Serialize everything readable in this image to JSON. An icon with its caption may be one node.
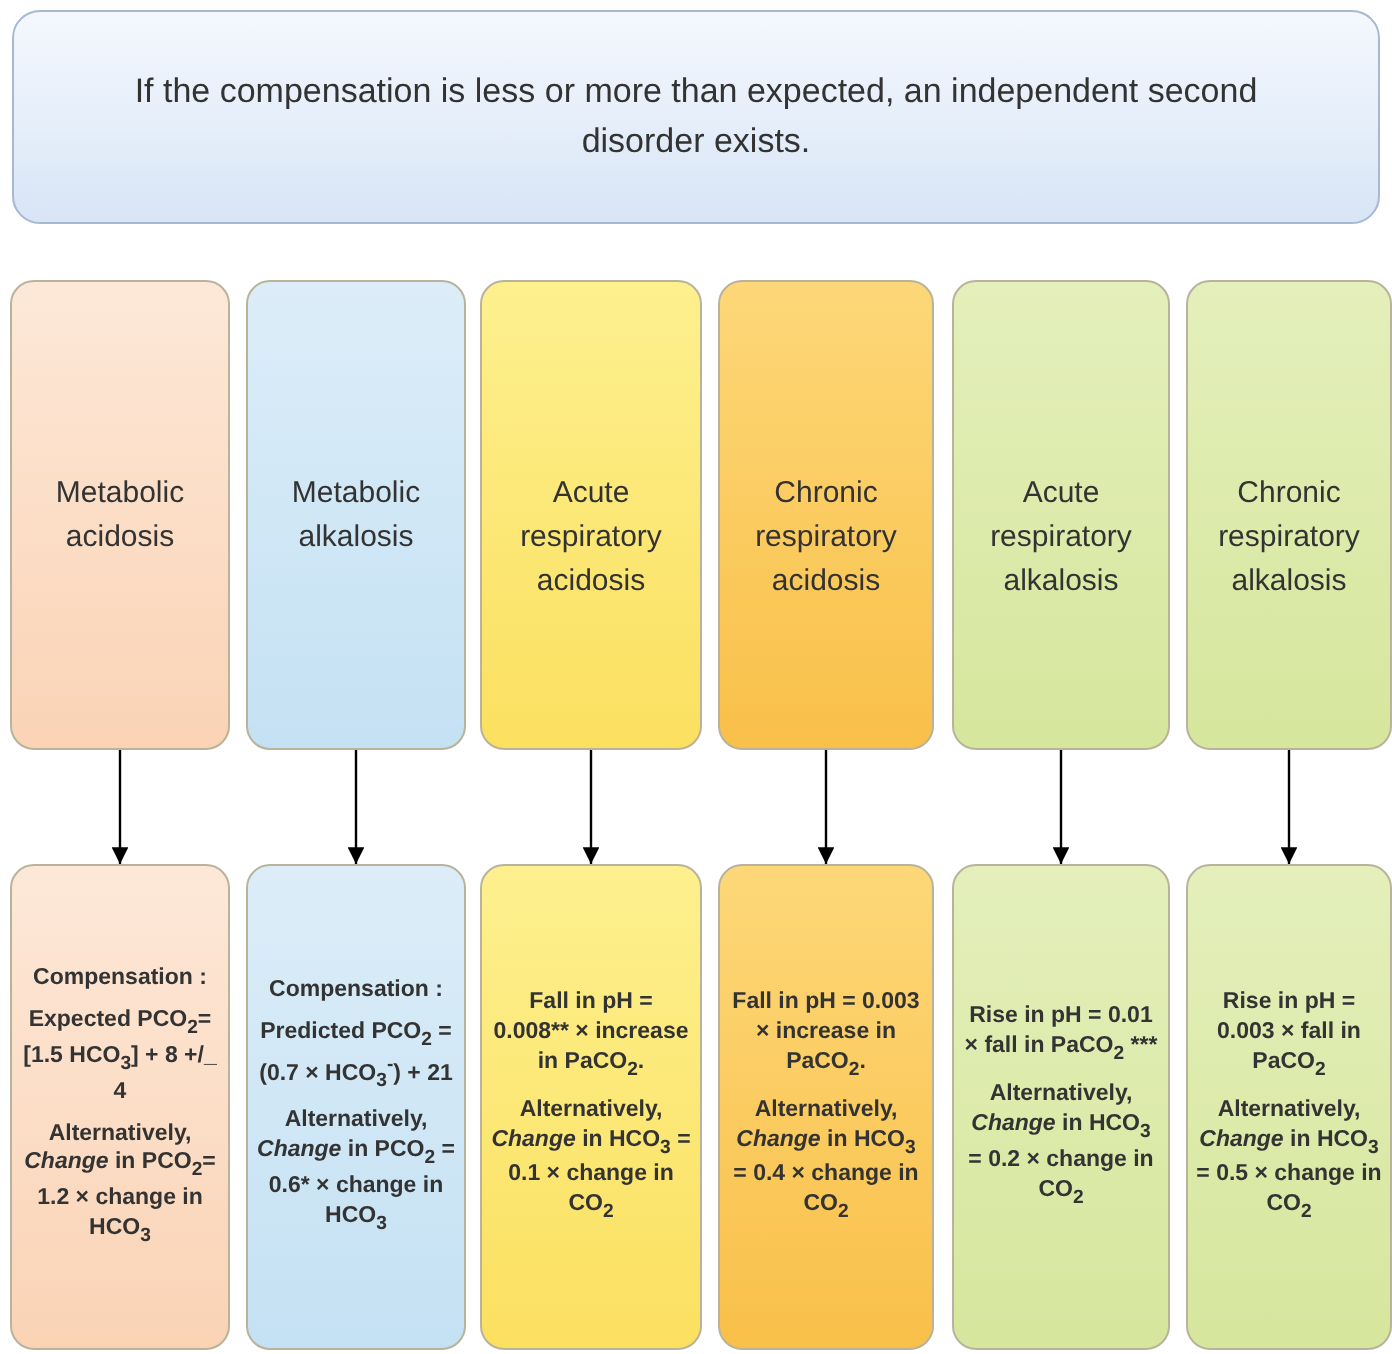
{
  "diagram": {
    "nodes": [
      {
        "text": [
          "If the compensation is less or more than expected, an independent second disorder exists."
        ]
      },
      {
        "text": [
          "Metabolic acidosis"
        ]
      },
      {
        "text": [
          "Metabolic alkalosis"
        ]
      },
      {
        "text": [
          "Acute respiratory acidosis"
        ]
      },
      {
        "text": [
          "Chronic respiratory acidosis"
        ]
      },
      {
        "text": [
          "Acute respiratory alkalosis"
        ]
      },
      {
        "text": [
          "Chronic respiratory alkalosis"
        ]
      },
      {
        "text": [
          "Compensation :",
          "Expected PCO$_{2}$= [1.5 HCO$_{3}$] + 8 +/_ 4",
          "Alternatively, *Change* in PCO$_{2}$= 1.2 × change in HCO$_{3}$"
        ]
      },
      {
        "text": [
          "Compensation :",
          "Predicted PCO$_{2}$ = (0.7 × HCO$_{3}$$^{-}$) + 21",
          "Alternatively, *Change* in PCO$_{2}$ = 0.6* × change in HCO$_{3}$"
        ]
      },
      {
        "text": [
          "Fall in pH = 0.008** × increase in PaCO$_{2}$.",
          "Alternatively, *Change* in HCO$_{3}$ = 0.1 × change in CO$_{2}$"
        ]
      },
      {
        "text": [
          "Fall in pH = 0.003 × increase in PaCO$_{2}$.",
          "Alternatively, *Change* in HCO$_{3}$ = 0.4 × change in CO$_{2}$"
        ]
      },
      {
        "text": [
          "Rise in pH = 0.01 × fall in PaCO$_{2}$ ***",
          "Alternatively, *Change* in HCO$_{3}$ = 0.2 × change in CO$_{2}$"
        ]
      },
      {
        "text": [
          "Rise in pH = 0.003 × fall in PaCO$_{2}$",
          "Alternatively, *Change* in HCO$_{3}$ = 0.5 × change in CO$_{2}$"
        ]
      }
    ],
    "edges": [
      {
        "from": 1,
        "to": 7,
        "arrow": "to"
      },
      {
        "from": 2,
        "to": 8,
        "arrow": "to"
      },
      {
        "from": 3,
        "to": 9,
        "arrow": "to"
      },
      {
        "from": 4,
        "to": 10,
        "arrow": "to"
      },
      {
        "from": 5,
        "to": 11,
        "arrow": "to"
      },
      {
        "from": 6,
        "to": 12,
        "arrow": "to"
      }
    ]
  }
}
